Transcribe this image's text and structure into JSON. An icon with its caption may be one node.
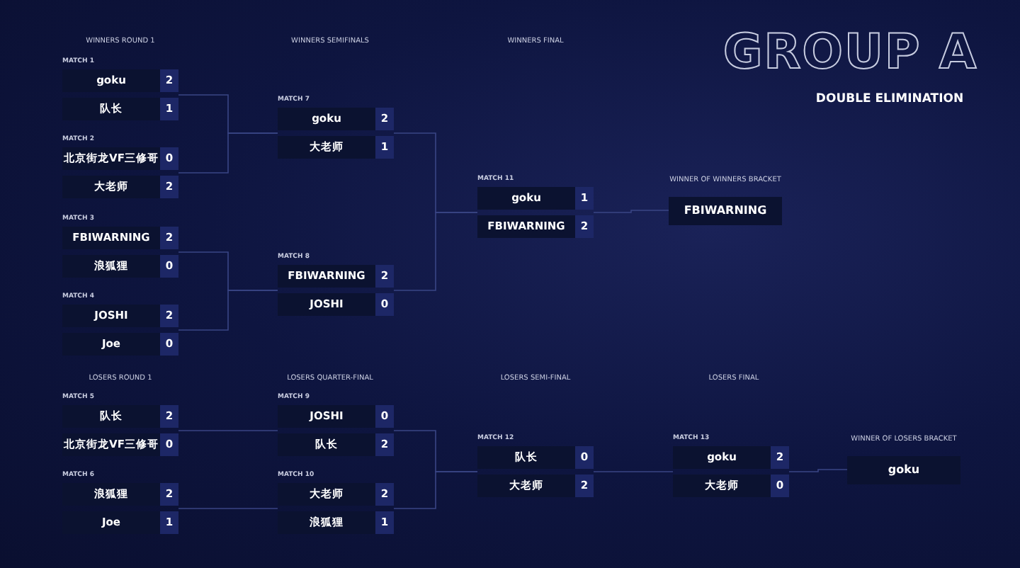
{
  "diagram": {
    "title": "GROUP A",
    "nodes": [
      {
        "text": [
          "MATCH 1"
        ]
      },
      {
        "text": [
          "goku",
          "2"
        ],
        "in": 0
      },
      {
        "text": [
          "队长",
          "1"
        ],
        "in": 0
      },
      {
        "text": [
          "MATCH 2"
        ]
      },
      {
        "text": [
          "北京街龙VF三修哥",
          "0"
        ],
        "in": 3
      },
      {
        "text": [
          "大老师",
          "2"
        ],
        "in": 3
      },
      {
        "text": [
          "MATCH 3"
        ]
      },
      {
        "text": [
          "FBIWARNING",
          "2"
        ],
        "in": 6
      },
      {
        "text": [
          "浪狐狸",
          "0"
        ],
        "in": 6
      },
      {
        "text": [
          "MATCH 4"
        ]
      },
      {
        "text": [
          "JOSHI",
          "2"
        ],
        "in": 9
      },
      {
        "text": [
          "Joe",
          "0"
        ],
        "in": 9
      },
      {
        "text": [
          "MATCH 7"
        ]
      },
      {
        "text": [
          "goku",
          "2"
        ],
        "in": 12
      },
      {
        "text": [
          "大老师",
          "1"
        ],
        "in": 12
      },
      {
        "text": [
          "MATCH 8"
        ]
      },
      {
        "text": [
          "FBIWARNING",
          "2"
        ],
        "in": 15
      },
      {
        "text": [
          "JOSHI",
          "0"
        ],
        "in": 15
      },
      {
        "text": [
          "MATCH 11"
        ]
      },
      {
        "text": [
          "goku",
          "1"
        ],
        "in": 18
      },
      {
        "text": [
          "FBIWARNING",
          "2"
        ],
        "in": 18
      },
      {
        "text": [
          "WINNER OF WINNERS BRACKET",
          "FBIWARNING"
        ]
      },
      {
        "text": [
          "MATCH 5"
        ]
      },
      {
        "text": [
          "队长",
          "2"
        ],
        "in": 22
      },
      {
        "text": [
          "北京街龙VF三修哥",
          "0"
        ],
        "in": 22
      },
      {
        "text": [
          "MATCH 6"
        ]
      },
      {
        "text": [
          "浪狐狸",
          "2"
        ],
        "in": 25
      },
      {
        "text": [
          "Joe",
          "1"
        ],
        "in": 25
      },
      {
        "text": [
          "MATCH 9"
        ]
      },
      {
        "text": [
          "JOSHI",
          "0"
        ],
        "in": 28
      },
      {
        "text": [
          "队长",
          "2"
        ],
        "in": 28
      },
      {
        "text": [
          "MATCH 10"
        ]
      },
      {
        "text": [
          "大老师",
          "2"
        ],
        "in": 31
      },
      {
        "text": [
          "浪狐狸",
          "1"
        ],
        "in": 31
      },
      {
        "text": [
          "MATCH 12"
        ]
      },
      {
        "text": [
          "队长",
          "0"
        ],
        "in": 34
      },
      {
        "text": [
          "大老师",
          "2"
        ],
        "in": 34
      },
      {
        "text": [
          "MATCH 13"
        ]
      },
      {
        "text": [
          "goku",
          "2"
        ],
        "in": 37
      },
      {
        "text": [
          "大老师",
          "0"
        ],
        "in": 37
      },
      {
        "text": [
          "WINNER OF LOSERS BRACKET",
          "goku"
        ]
      }
    ],
    "edges": [
      {
        "from": 0,
        "to": 12,
        "arrow": "none"
      },
      {
        "from": 3,
        "to": 12,
        "arrow": "none"
      },
      {
        "from": 6,
        "to": 15,
        "arrow": "none"
      },
      {
        "from": 9,
        "to": 15,
        "arrow": "none"
      },
      {
        "from": 12,
        "to": 18,
        "arrow": "none"
      },
      {
        "from": 15,
        "to": 18,
        "arrow": "none"
      },
      {
        "from": 18,
        "to": 21,
        "arrow": "none"
      },
      {
        "from": 22,
        "to": 28,
        "arrow": "none"
      },
      {
        "from": 25,
        "to": 31,
        "arrow": "none"
      },
      {
        "from": 28,
        "to": 34,
        "arrow": "none"
      },
      {
        "from": 31,
        "to": 34,
        "arrow": "none"
      },
      {
        "from": 34,
        "to": 37,
        "arrow": "none"
      },
      {
        "from": 37,
        "to": 40,
        "arrow": "none"
      }
    ],
    "labels": [
      "WINNERS ROUND 1",
      "WINNERS SEMIFINALS",
      "WINNERS FINAL",
      "DOUBLE ELIMINATION",
      "LOSERS ROUND 1",
      "LOSERS QUARTER-FINAL",
      "LOSERS SEMI-FINAL",
      "LOSERS FINAL"
    ]
  }
}
